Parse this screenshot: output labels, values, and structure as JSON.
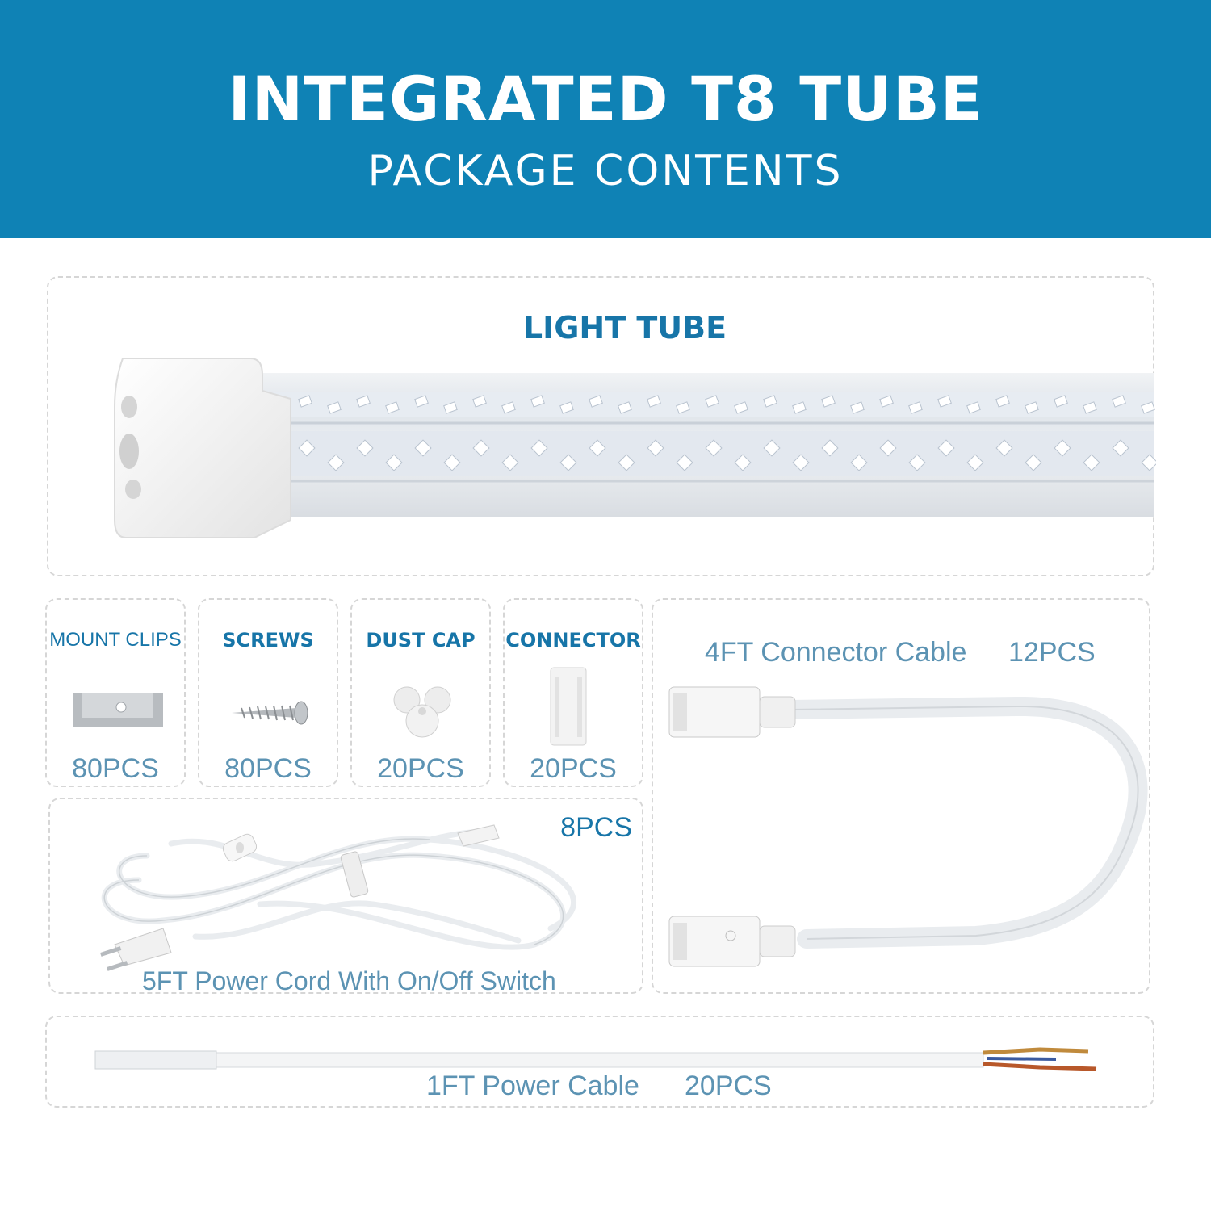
{
  "header": {
    "title": "INTEGRATED T8 TUBE",
    "subtitle": "PACKAGE CONTENTS"
  },
  "colors": {
    "brand_blue": "#0f82b5",
    "label_blue": "#1775a8",
    "text_blue": "#5c93b3"
  },
  "light_tube": {
    "label": "LIGHT TUBE"
  },
  "small_items": [
    {
      "label": "MOUNT CLIPS",
      "count": "80PCS"
    },
    {
      "label": "SCREWS",
      "count": "80PCS"
    },
    {
      "label": "DUST CAP",
      "count": "20PCS"
    },
    {
      "label": "CONNECTOR",
      "count": "20PCS"
    }
  ],
  "connector_cable": {
    "label": "4FT Connector Cable",
    "count": "12PCS"
  },
  "power_cord": {
    "label": "5FT Power Cord With On/Off Switch",
    "count": "8PCS"
  },
  "power_cable": {
    "label": "1FT Power Cable",
    "count": "20PCS"
  }
}
